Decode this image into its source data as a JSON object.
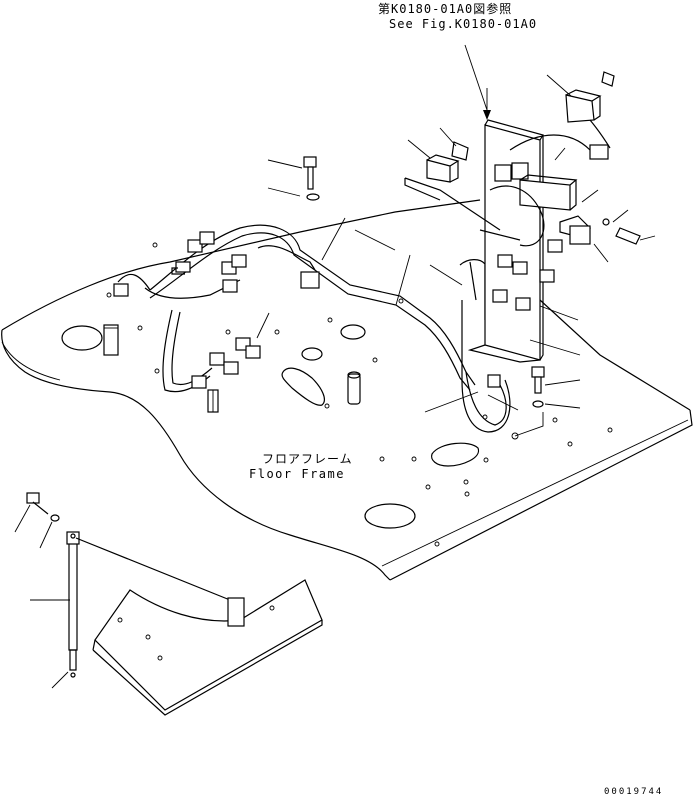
{
  "references": {
    "see_fig_ja": "第K0180-01A0図参照",
    "see_fig_en": "See Fig.K0180-01A0"
  },
  "floor_frame": {
    "label_ja": "フロアフレーム",
    "label_en": "Floor Frame"
  },
  "drawing_code": "00019744"
}
